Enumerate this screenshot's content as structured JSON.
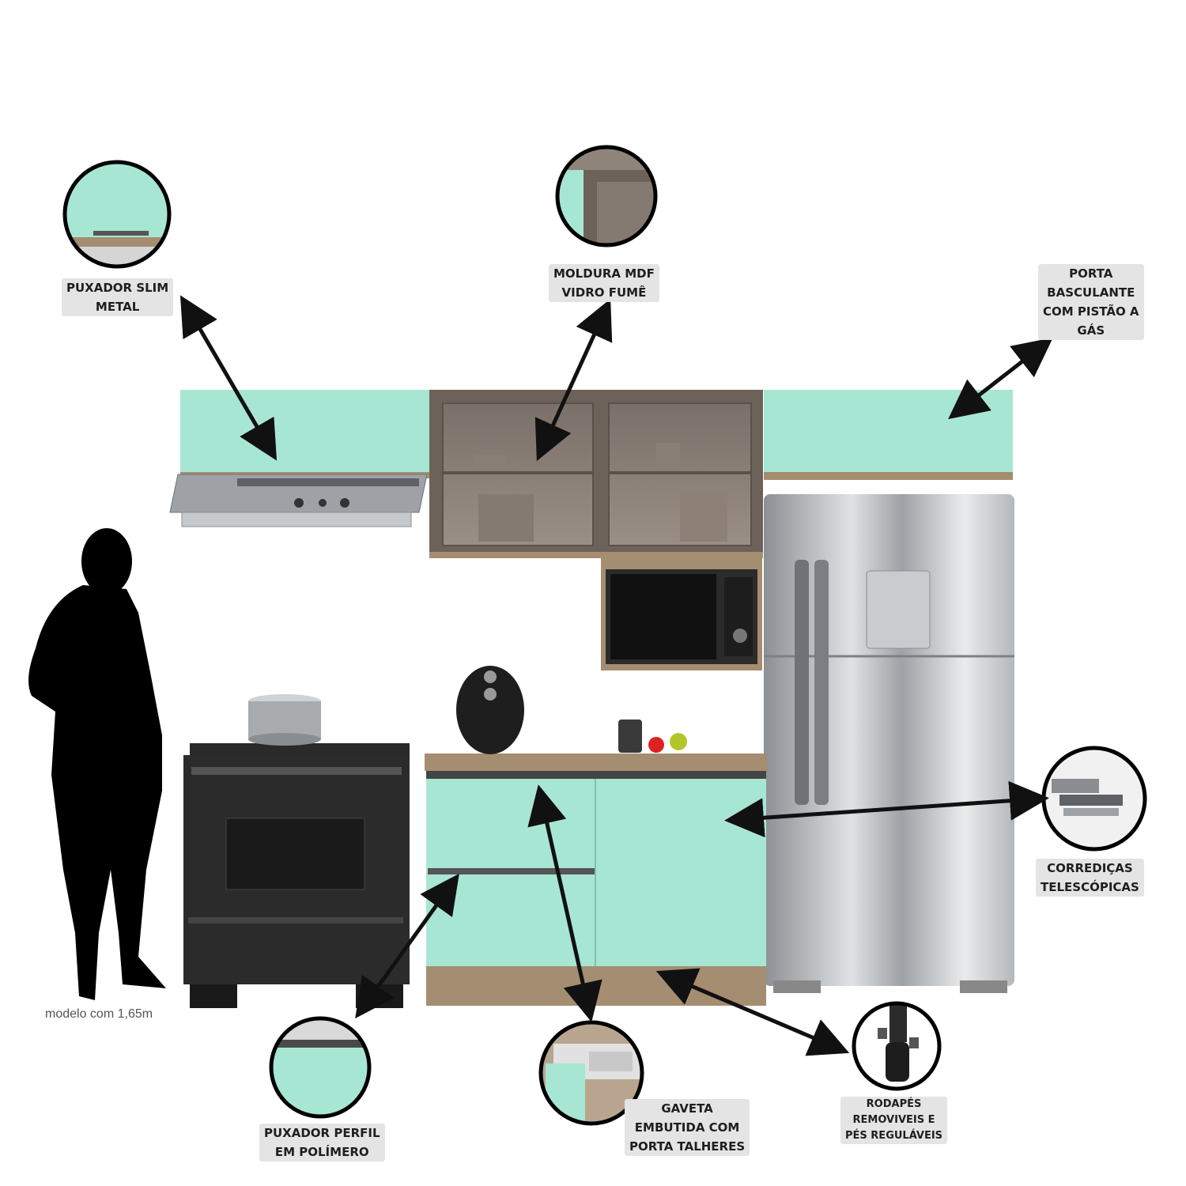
{
  "callouts": {
    "handle_slim": [
      "PUXADOR SLIM",
      "METAL"
    ],
    "mdf_frame": [
      "MOLDURA MDF",
      "VIDRO FUMÊ"
    ],
    "tilt_door": [
      "PORTA",
      "BASCULANTE",
      "COM PISTÃO A",
      "GÁS"
    ],
    "slides": [
      "CORREDIÇAS",
      "TELESCÓPICAS"
    ],
    "handle_profile": [
      "PUXADOR PERFIL",
      "EM POLÍMERO"
    ],
    "drawer": [
      "GAVETA",
      "EMBUTIDA COM",
      "PORTA TALHERES"
    ],
    "plinth": [
      "RODAPÉS",
      "REMOVIVEIS E",
      "PÉS REGULÁVEIS"
    ]
  },
  "caption": "modelo com 1,65m",
  "colors": {
    "mint": "#a8e6d4",
    "wood": "#a58d71",
    "smoke_frame": "#6d625a",
    "appliance_dark": "#2b2b2b",
    "steel": "#b9bcbf",
    "label_bg": "#e4e4e4"
  }
}
